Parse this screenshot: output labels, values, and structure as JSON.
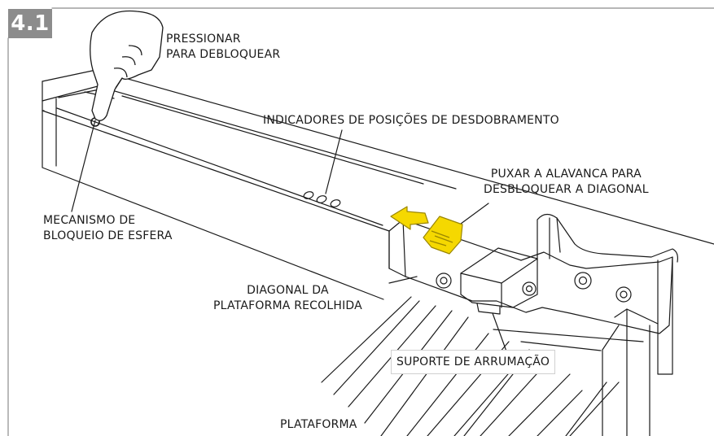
{
  "figure": {
    "step_number": "4.1",
    "colors": {
      "badge": "#8c8c8c",
      "line": "#1a1a1a",
      "highlight": "#f5d800",
      "highlight_stroke": "#9a8600",
      "background": "#ffffff"
    },
    "labels": {
      "press_line1": "PRESSIONAR",
      "press_line2": "PARA DEBLOQUEAR",
      "indicators": "INDICADORES DE POSIÇÕES DE DESDOBRAMENTO",
      "lever_line1": "PUXAR A ALAVANCA PARA",
      "lever_line2": "DESBLOQUEAR A DIAGONAL",
      "ball_lock_line1": "MECANISMO DE",
      "ball_lock_line2": "BLOQUEIO DE ESFERA",
      "diagonal_line1": "DIAGONAL DA",
      "diagonal_line2": "PLATAFORMA RECOLHIDA",
      "storage_bracket": "SUPORTE DE ARRUMAÇÃO",
      "platform": "PLATAFORMA"
    },
    "icons": [
      "pointing-hand-icon",
      "pull-arrow-icon",
      "lever-hand-icon"
    ]
  }
}
